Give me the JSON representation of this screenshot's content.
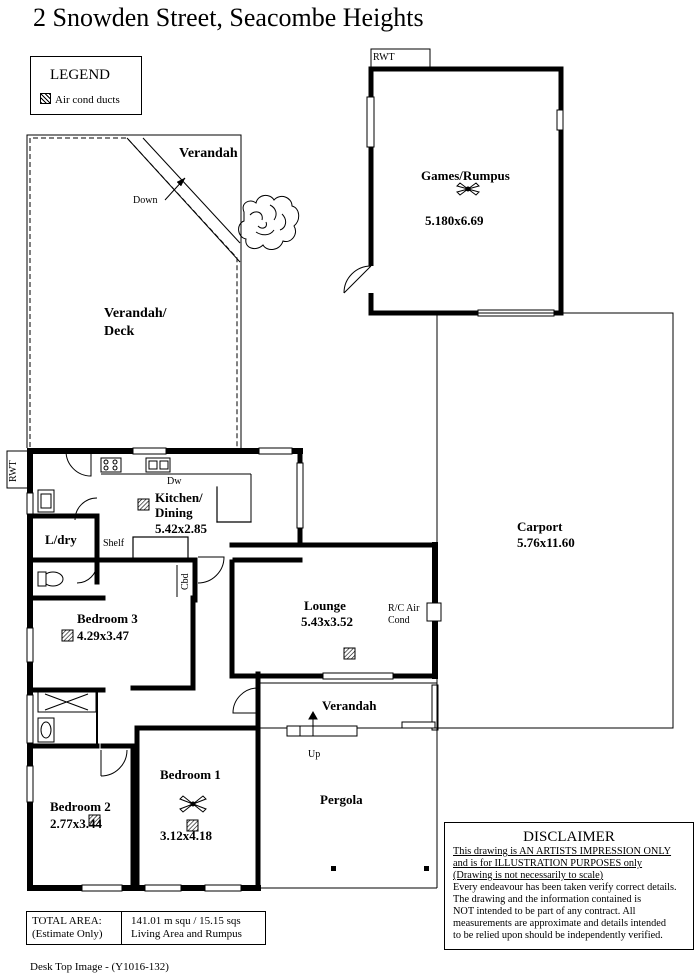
{
  "title": "2 Snowden Street,  Seacombe Heights",
  "legend": {
    "title": "LEGEND",
    "item": "Air cond ducts"
  },
  "labels": {
    "rwt_top": "RWT",
    "rwt_left": "RWT",
    "verandah_top": "Verandah",
    "down": "Down",
    "verandah_deck_1": "Verandah/",
    "verandah_deck_2": "Deck",
    "games_1": "Games/Rumpus",
    "games_2": "5.180x6.69",
    "dw": "Dw",
    "kitchen_1": "Kitchen/",
    "kitchen_2": "Dining",
    "kitchen_3": "5.42x2.85",
    "ldry": "L/dry",
    "shelf": "Shelf",
    "cbd": "Cbd",
    "carport_1": "Carport",
    "carport_2": "5.76x11.60",
    "bed3_1": "Bedroom 3",
    "bed3_2": "4.29x3.47",
    "lounge_1": "Lounge",
    "lounge_2": "5.43x3.52",
    "rc_1": "R/C Air",
    "rc_2": "Cond",
    "verandah_mid": "Verandah",
    "up": "Up",
    "bed1_1": "Bedroom 1",
    "bed1_2": "3.12x4.18",
    "bed2_1": "Bedroom 2",
    "bed2_2": "2.77x3.44",
    "pergola": "Pergola"
  },
  "disclaimer": {
    "title": "DISCLAIMER",
    "lines": [
      "This drawing is AN ARTISTS IMPRESSION ONLY",
      "and is for ILLUSTRATION PURPOSES only",
      "(Drawing is not necessarily to scale)",
      "Every endeavour has been taken verify correct details.",
      "The drawing and the information contained is",
      "NOT intended to be part of any contract.  All",
      "measurements are approximate and details intended",
      "to be relied upon should be independently verified."
    ]
  },
  "totals": {
    "label_1": "TOTAL AREA:",
    "label_2": "(Estimate Only)",
    "value_1": "141.01 m squ  /  15.15 sqs",
    "value_2": "Living Area and Rumpus"
  },
  "footer": "Desk Top Image - (Y1016-132)"
}
